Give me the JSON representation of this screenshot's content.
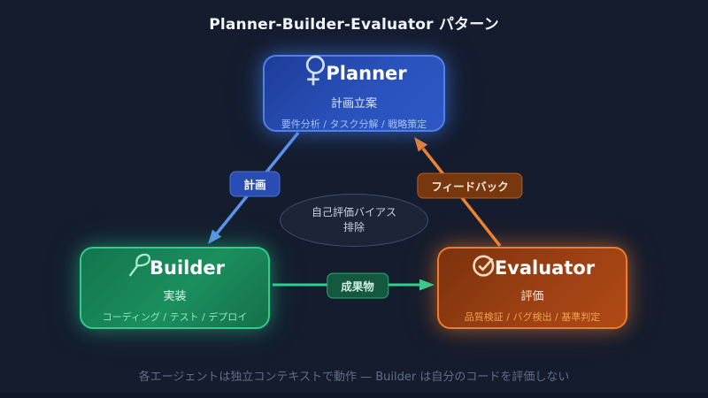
{
  "title": "Planner-Builder-Evaluator パターン",
  "nodes": {
    "planner": {
      "name": "Planner",
      "subtitle": "計画立案",
      "detail": "要件分析 / タスク分解 / 戦略策定",
      "icon": "search-icon",
      "accent": "#4f82e8"
    },
    "builder": {
      "name": "Builder",
      "subtitle": "実装",
      "detail": "コーディング / テスト / デプロイ",
      "icon": "hammer-icon",
      "accent": "#2ecc8f"
    },
    "evaluator": {
      "name": "Evaluator",
      "subtitle": "評価",
      "detail": "品質検証 / バグ検出 / 基準判定",
      "icon": "check-circle-icon",
      "accent": "#ee7b2e"
    }
  },
  "edges": {
    "plan": {
      "label": "計画",
      "from": "Planner",
      "to": "Builder",
      "color": "#5b93ee"
    },
    "deliverable": {
      "label": "成果物",
      "from": "Builder",
      "to": "Evaluator",
      "color": "#2fcf92"
    },
    "feedback": {
      "label": "フィードバック",
      "from": "Evaluator",
      "to": "Planner",
      "color": "#ee8334"
    }
  },
  "center_note": {
    "line1": "自己評価バイアス",
    "line2": "排除"
  },
  "footer": "各エージェントは独立コンテキストで動作 — Builder は自分のコードを評価しない",
  "colors": {
    "background": "#141c2d",
    "planner_fill": "#2a52bc",
    "builder_fill": "#1b8f5e",
    "evaluator_fill": "#9c4013"
  }
}
